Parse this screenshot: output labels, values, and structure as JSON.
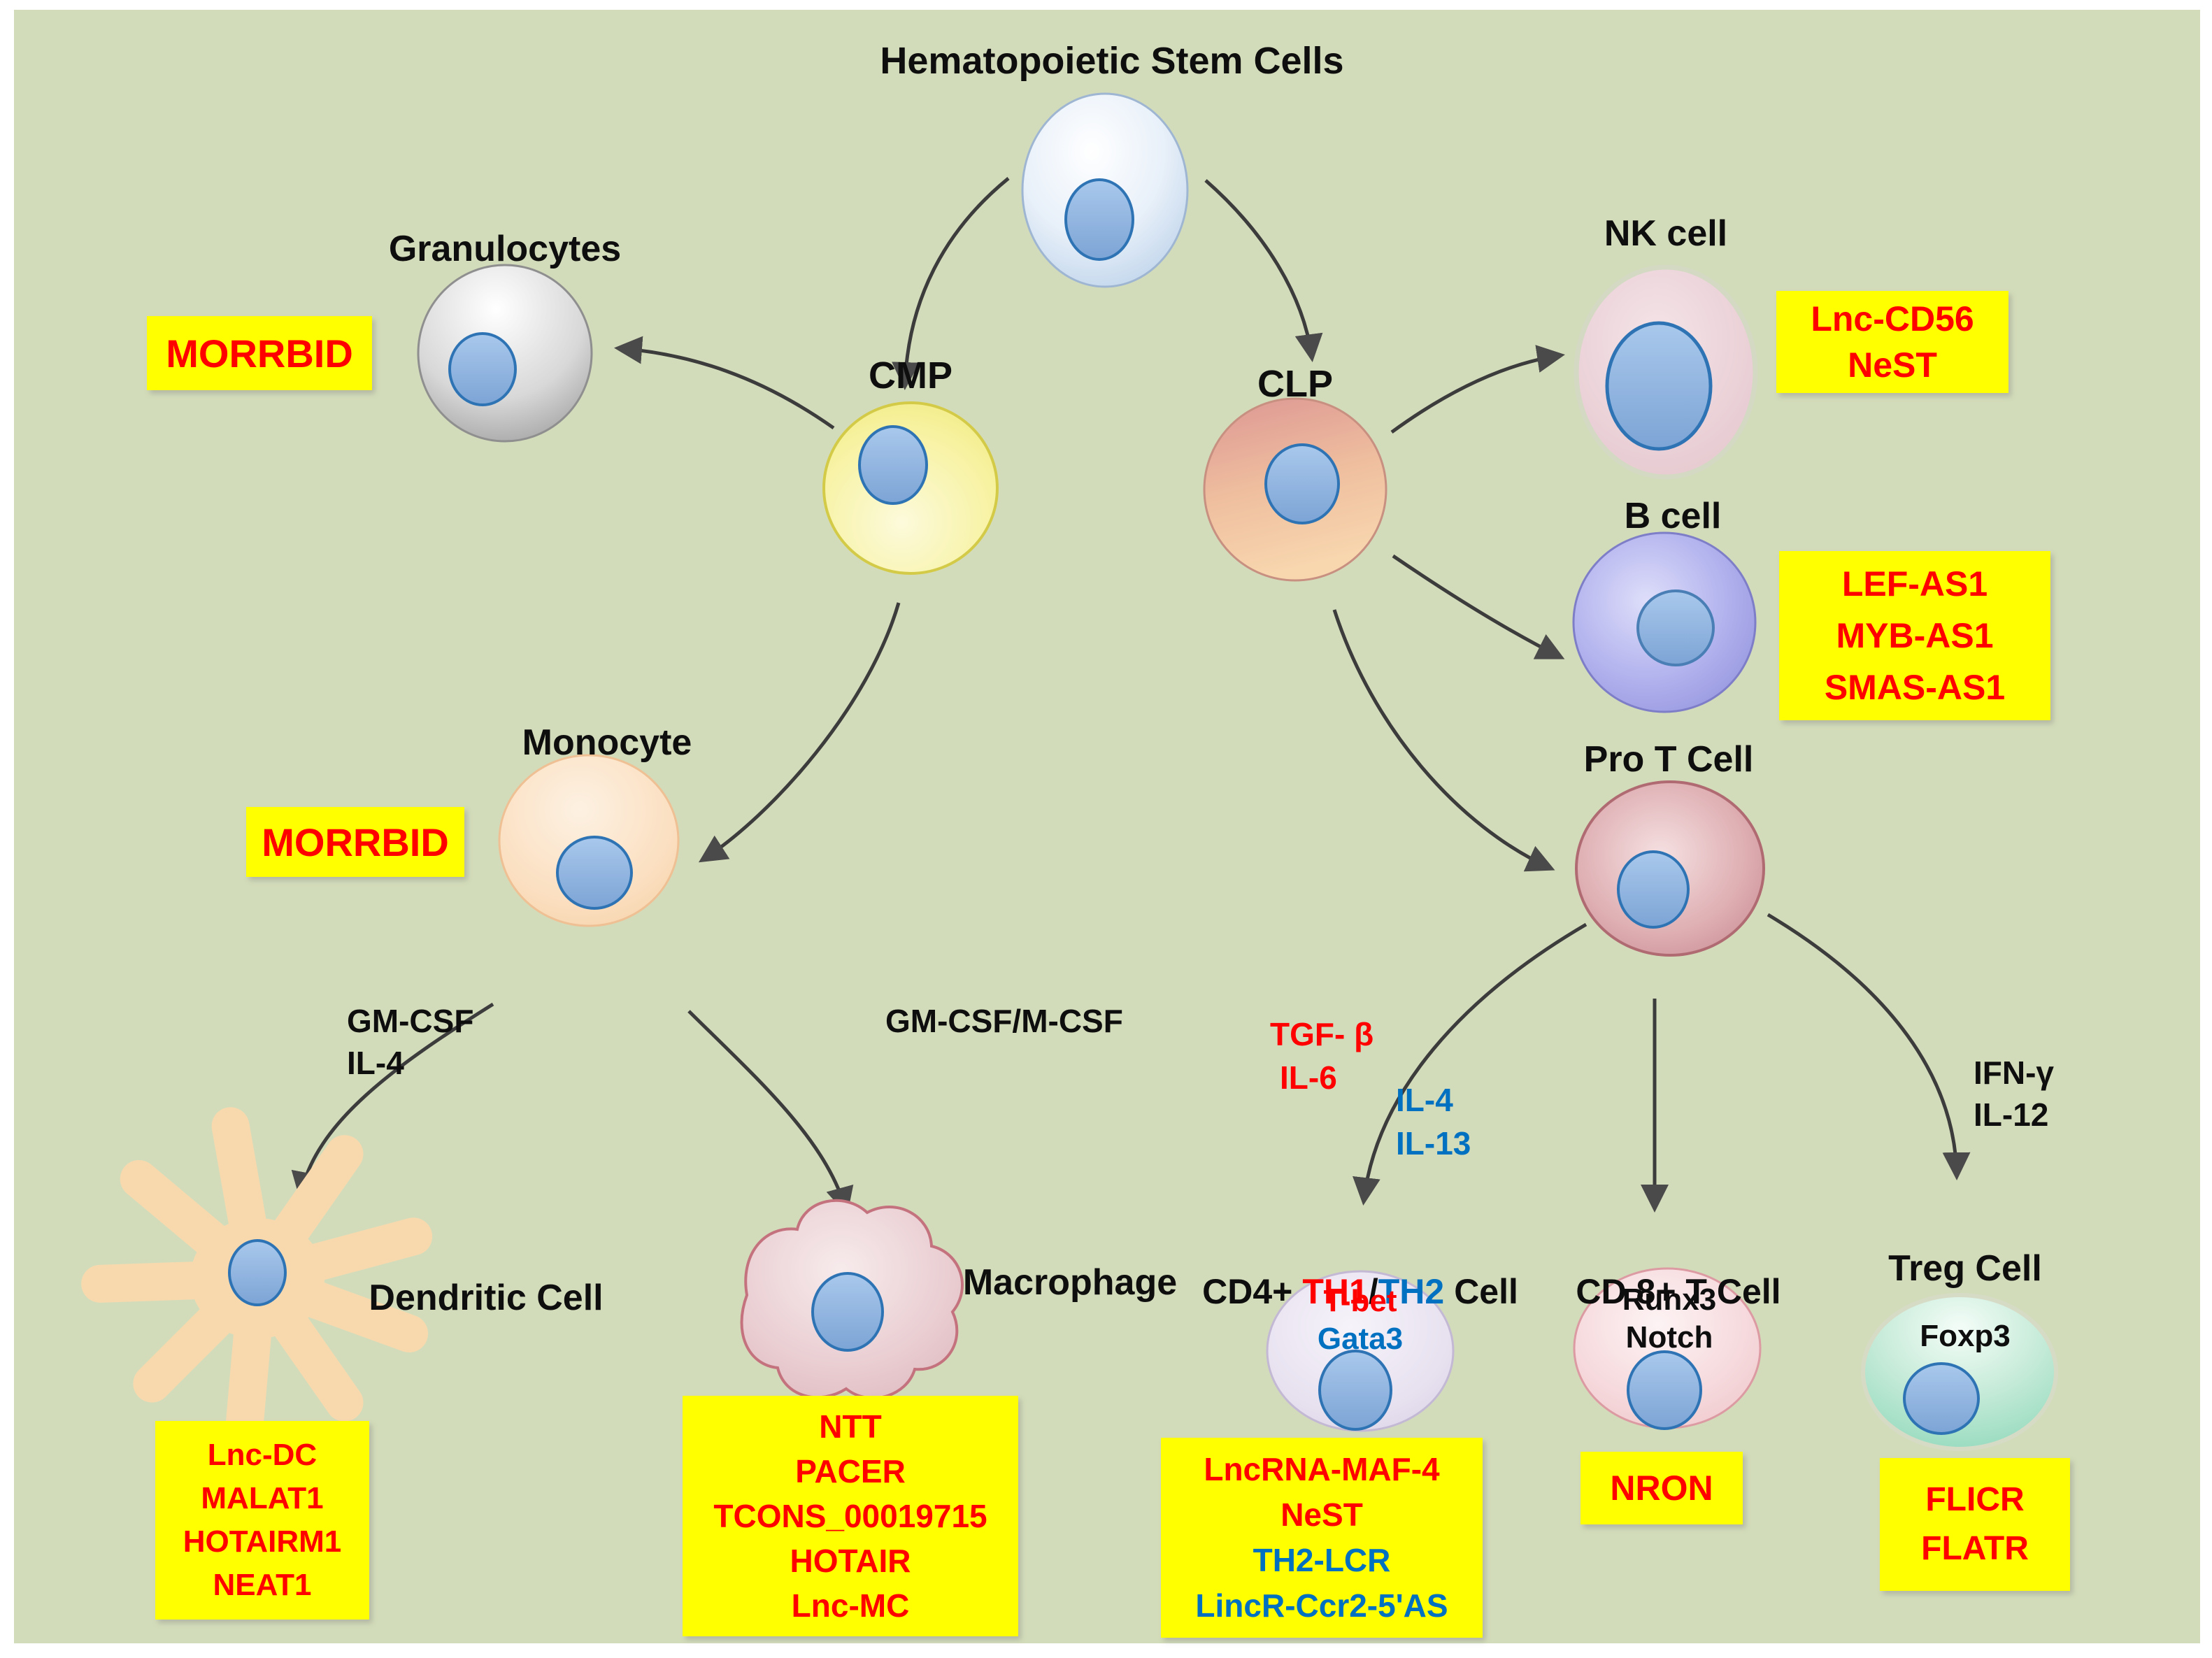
{
  "figure": {
    "title": "Hematopoietic Stem Cells",
    "colors": {
      "background": "#d3dcba",
      "highlight_box": "#ffff00",
      "lnc_red": "#ff0000",
      "lnc_blue": "#0070c0"
    },
    "labels": {
      "granulocytes": "Granulocytes",
      "cmp": "CMP",
      "clp": "CLP",
      "nk": "NK cell",
      "b": "B cell",
      "pro_t": "Pro T Cell",
      "monocyte": "Monocyte",
      "dendritic": "Dendritic Cell",
      "macrophage": "Macrophage",
      "cd4_prefix": "CD4+",
      "cd4_th1": "TH1",
      "cd4_slash": "/",
      "cd4_th2": "TH2",
      "cd4_suffix": "Cell",
      "cd8": "CD 8+ T Cell",
      "treg": "Treg Cell"
    },
    "markers": {
      "tbet": "T-bet",
      "gata3": "Gata3",
      "runx3": "Runx3",
      "notch": "Notch",
      "foxp3": "Foxp3"
    },
    "cytokines": {
      "dendritic_1": "GM-CSF",
      "dendritic_2": "IL-4",
      "macrophage_1": "GM-CSF/M-CSF",
      "th_red_1": "TGF- β",
      "th_red_2": "IL-6",
      "th_blue_1": "IL-4",
      "th_blue_2": "IL-13",
      "treg_1": "IFN-γ",
      "treg_2": "IL-12"
    },
    "boxes": {
      "granulocytes": [
        "MORRBID"
      ],
      "monocyte": [
        "MORRBID"
      ],
      "nk": [
        "Lnc-CD56",
        "NeST"
      ],
      "b": [
        "LEF-AS1",
        "MYB-AS1",
        "SMAS-AS1"
      ],
      "dendritic": [
        "Lnc-DC",
        "MALAT1",
        "HOTAIRM1",
        "NEAT1"
      ],
      "macrophage": [
        "NTT",
        "PACER",
        "TCONS_00019715",
        "HOTAIR",
        "Lnc-MC"
      ],
      "cd4": [
        "LncRNA-MAF-4",
        "NeST",
        "TH2-LCR",
        "LincR-Ccr2-5'AS"
      ],
      "cd8": [
        "NRON"
      ],
      "treg": [
        "FLICR",
        "FLATR"
      ]
    }
  }
}
